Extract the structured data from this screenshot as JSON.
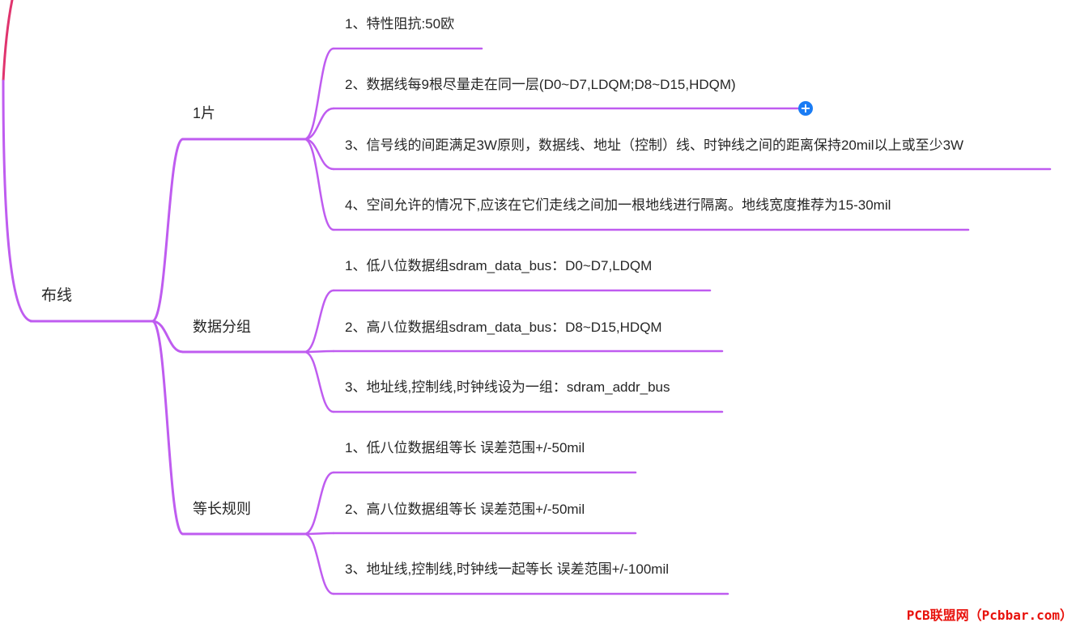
{
  "colors": {
    "branch": "#bf5cf0",
    "parent_branch": "#e0346e",
    "text": "#262626",
    "add_button": "#1a7cf4",
    "watermark": "#e8120c"
  },
  "root": {
    "label": "布线"
  },
  "groups": [
    {
      "label": "1片",
      "items": [
        "1、特性阻抗:50欧",
        "2、数据线每9根尽量走在同一层(D0~D7,LDQM;D8~D15,HDQM)",
        "3、信号线的间距满足3W原则，数据线、地址（控制）线、时钟线之间的距离保持20mil以上或至少3W",
        "4、空间允许的情况下,应该在它们走线之间加一根地线进行隔离。地线宽度推荐为15-30mil"
      ]
    },
    {
      "label": "数据分组",
      "items": [
        "1、低八位数据组sdram_data_bus：D0~D7,LDQM",
        "2、高八位数据组sdram_data_bus：D8~D15,HDQM",
        "3、地址线,控制线,时钟线设为一组：sdram_addr_bus"
      ]
    },
    {
      "label": "等长规则",
      "items": [
        "1、低八位数据组等长 误差范围+/-50mil",
        "2、高八位数据组等长 误差范围+/-50mil",
        "3、地址线,控制线,时钟线一起等长 误差范围+/-100mil"
      ]
    }
  ],
  "add_button": {
    "icon": "plus-circle-icon",
    "glyph": "+"
  },
  "watermark": {
    "text": "PCB联盟网（Pcbbar.com）"
  }
}
